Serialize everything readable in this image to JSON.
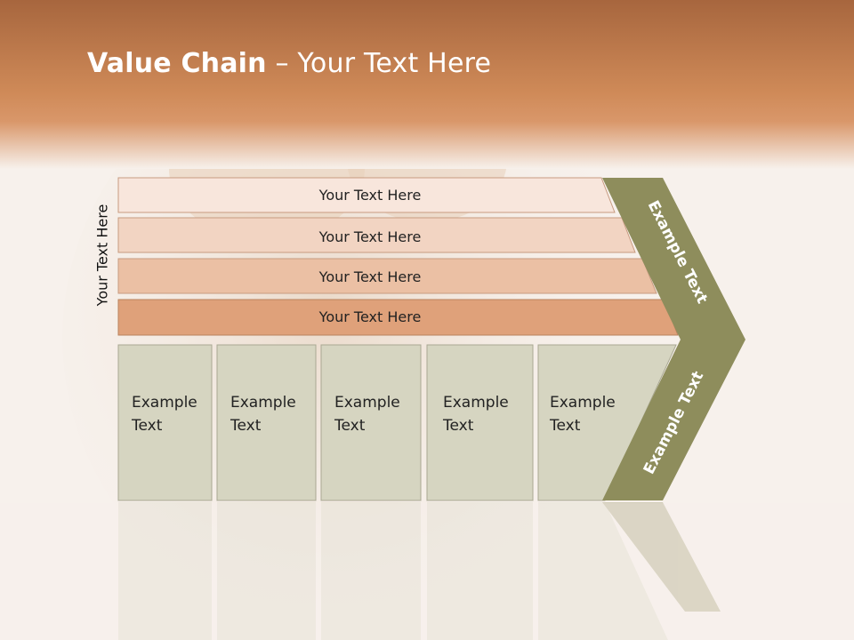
{
  "slide": {
    "title_bold": "Value Chain",
    "title_rest": " – Your Text Here",
    "side_label": "Your Text Here"
  },
  "bars": [
    {
      "label": "Your Text Here",
      "color": "#f8e6dc"
    },
    {
      "label": "Your Text Here",
      "color": "#f2d4c2"
    },
    {
      "label": "Your Text Here",
      "color": "#ebc0a4"
    },
    {
      "label": "Your Text Here",
      "color": "#dfa17a"
    }
  ],
  "boxes": [
    {
      "line1": "Example",
      "line2": "Text"
    },
    {
      "line1": "Example",
      "line2": "Text"
    },
    {
      "line1": "Example",
      "line2": "Text"
    },
    {
      "line1": "Example",
      "line2": "Text"
    },
    {
      "line1": "Example",
      "line2": "Text"
    }
  ],
  "chevron": {
    "upper_label": "Example Text",
    "lower_label": "Example Text",
    "color": "#8e8d5c"
  },
  "colors": {
    "header": "#c97c4b",
    "box_fill": "#d6d5c1",
    "box_stroke": "#a9a892"
  }
}
